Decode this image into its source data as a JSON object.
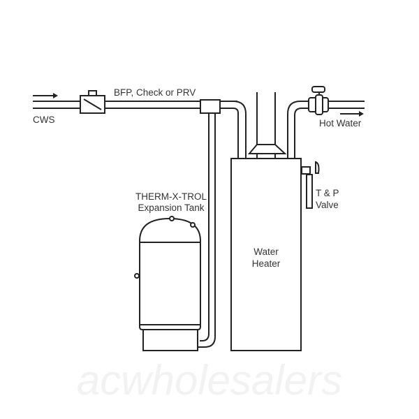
{
  "watermark": "acwholesalers",
  "labels": {
    "cws": "CWS",
    "bfp": "BFP, Check or PRV",
    "hot_water": "Hot Water",
    "tank_line1": "THERM-X-TROL",
    "tank_line2": "Expansion Tank",
    "heater_line1": "Water",
    "heater_line2": "Heater",
    "tp_line1": "T & P",
    "tp_line2": "Valve"
  }
}
